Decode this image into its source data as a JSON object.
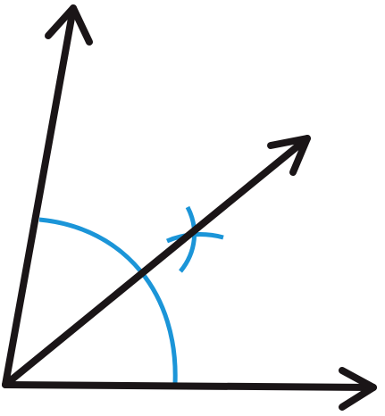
{
  "figure": {
    "description_type": "angle-bisector-construction",
    "colors": {
      "background": "#ffffff",
      "ray": "#1a1517",
      "arc": "#1b95d8"
    },
    "rays": [
      {
        "name": "ray-horizontal",
        "role": "side"
      },
      {
        "name": "ray-upper",
        "role": "side"
      },
      {
        "name": "ray-bisector",
        "role": "bisector"
      }
    ],
    "arcs": [
      {
        "name": "arc-main",
        "role": "compass-arc"
      },
      {
        "name": "arc-mark-1",
        "role": "intersection-mark"
      },
      {
        "name": "arc-mark-2",
        "role": "intersection-mark"
      }
    ]
  }
}
